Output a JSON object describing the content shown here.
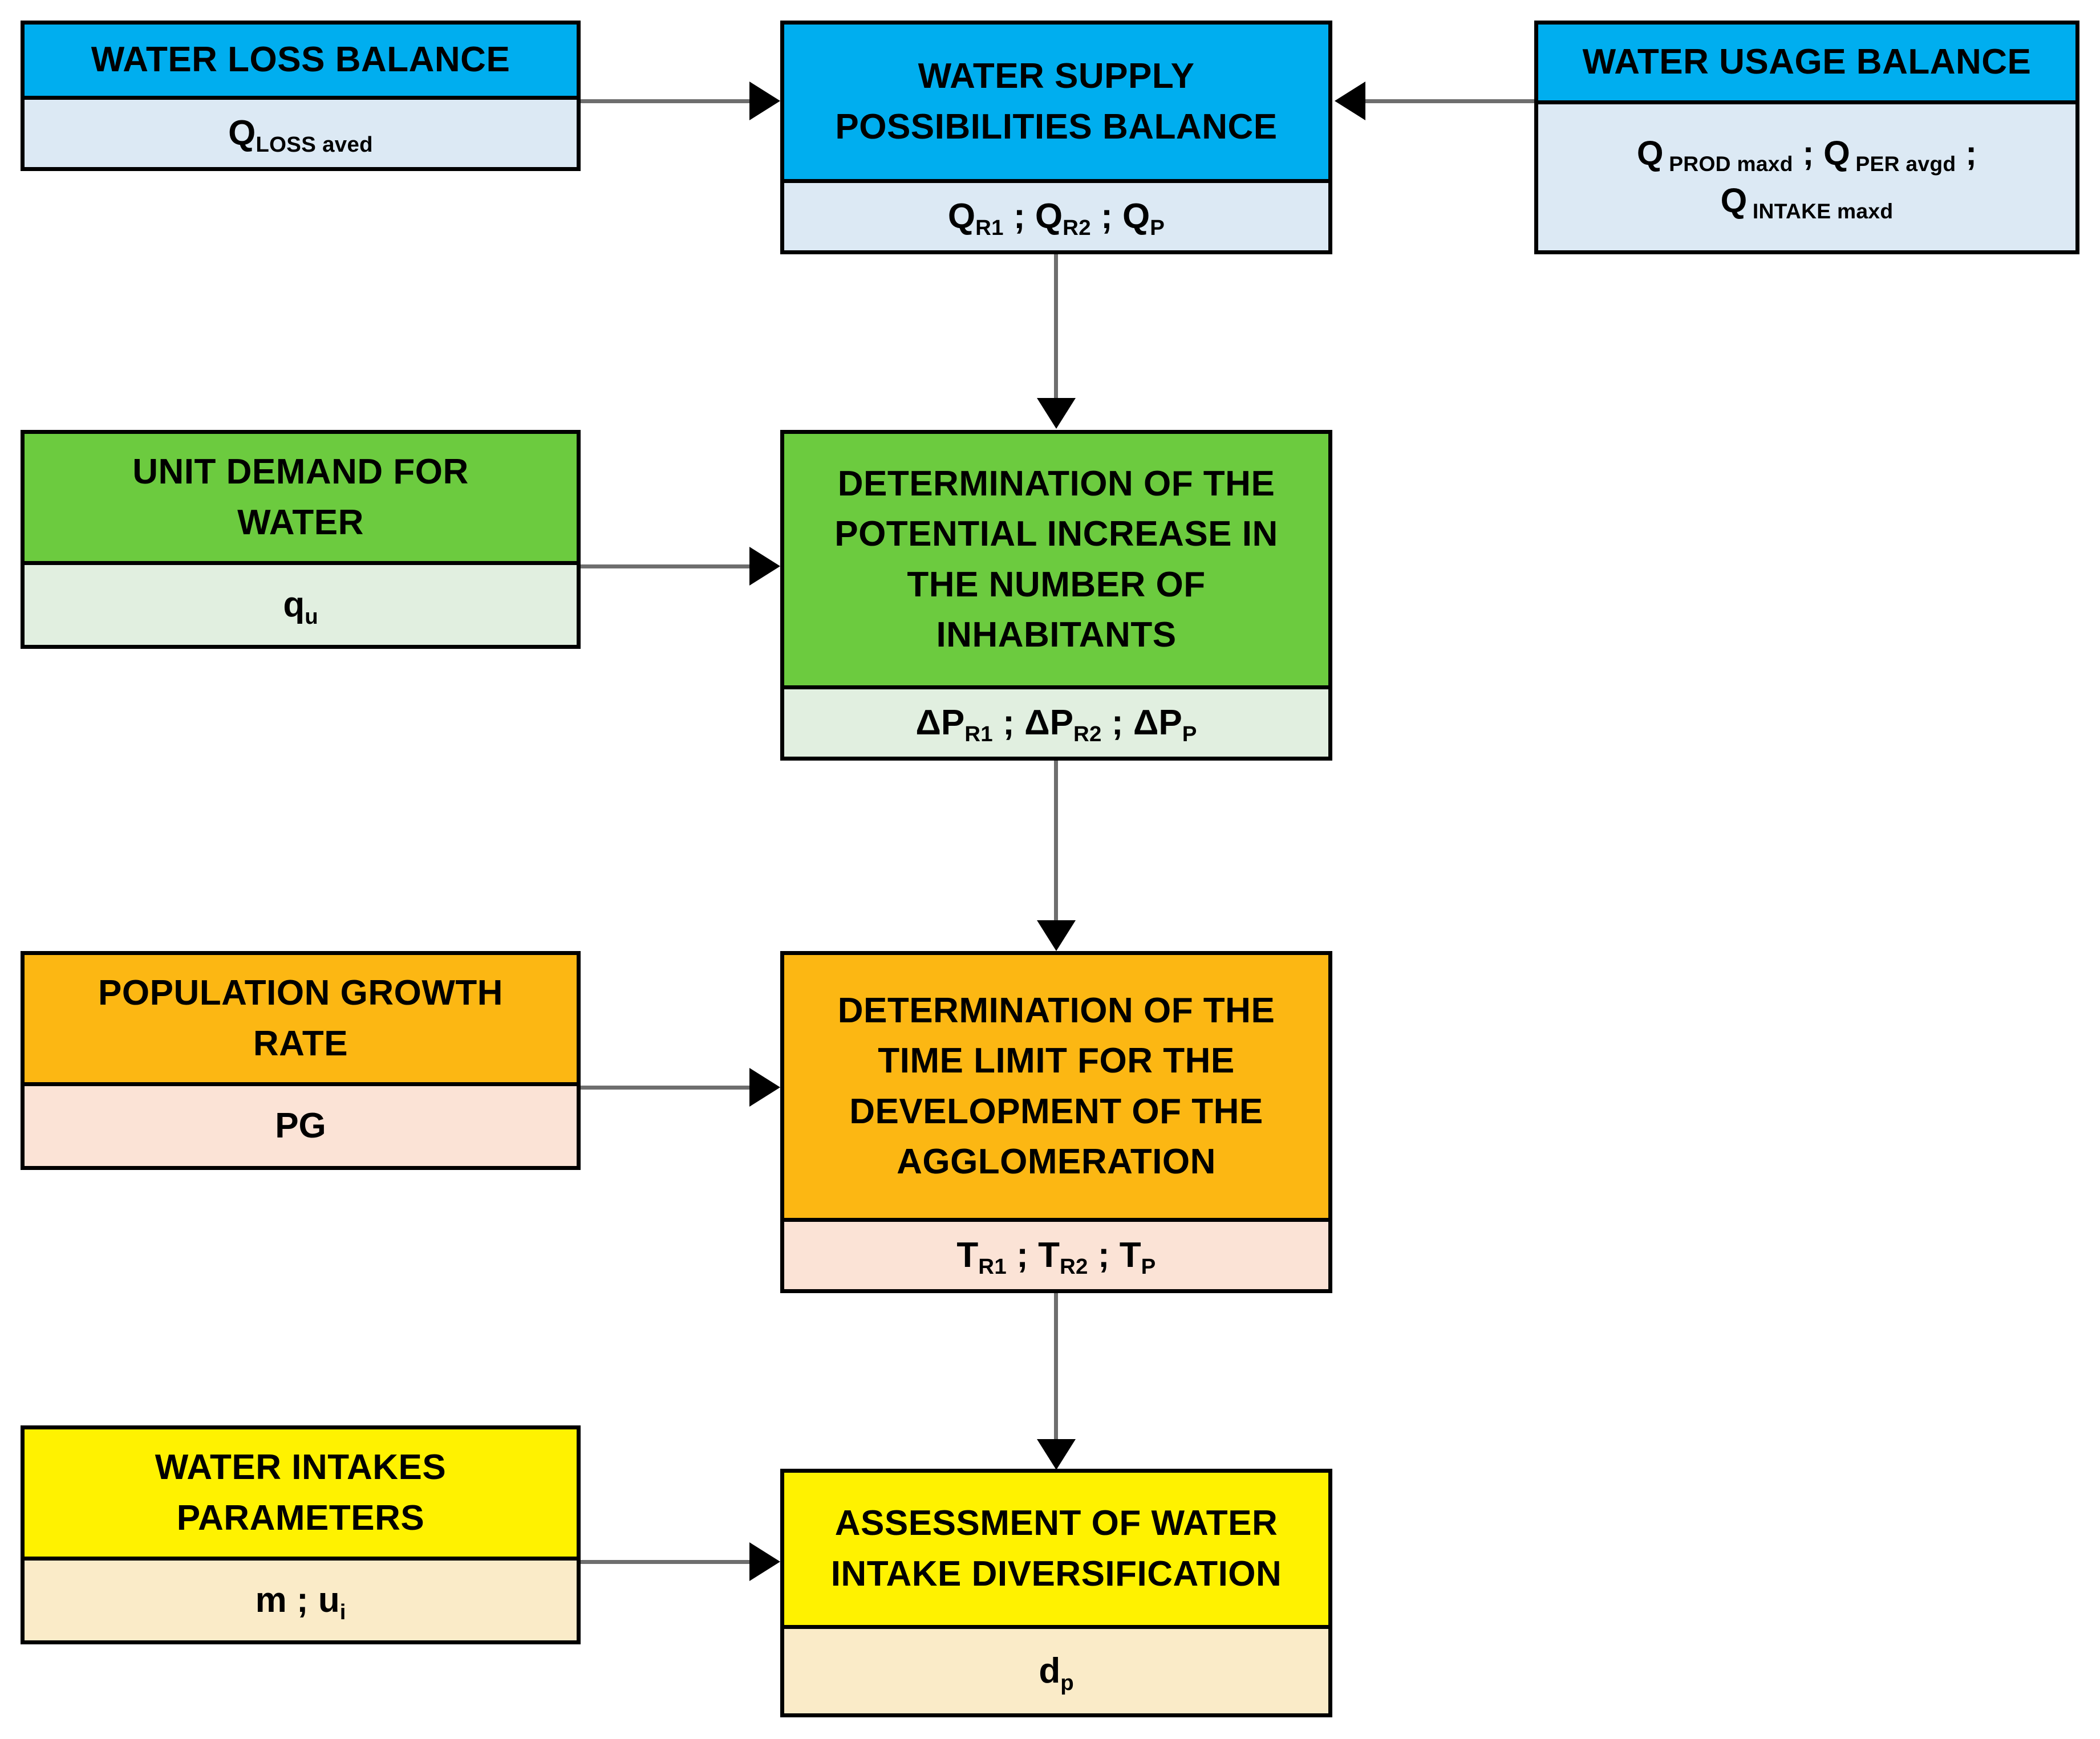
{
  "diagram": {
    "title": "Water supply possibilities and agglomeration development assessment flowchart",
    "colors": {
      "blue_header": "#00AEEF",
      "blue_body": "#DCE9F4",
      "green_header": "#6CCB3F",
      "green_body": "#E1EFE0",
      "orange_header": "#FCB713",
      "orange_body": "#FBE3D6",
      "yellow_header": "#FFF200",
      "yellow_body": "#FAEBC8",
      "border": "#000000",
      "connector": "#6E6E6E"
    },
    "nodes": {
      "water_loss_balance": {
        "title": "WATER LOSS BALANCE",
        "symbol_main": "Q",
        "symbol_sub": "LOSS aved"
      },
      "water_supply_possibilities_balance": {
        "title_line1": "WATER SUPPLY",
        "title_line2": "POSSIBILITIES BALANCE",
        "sym1_main": "Q",
        "sym1_sub": "R1",
        "sym2_main": "Q",
        "sym2_sub": "R2",
        "sym3_main": "Q",
        "sym3_sub": "P",
        "sep": " ; "
      },
      "water_usage_balance": {
        "title": "WATER USAGE BALANCE",
        "sym1_main": "Q",
        "sym1_sub": "PROD maxd",
        "sym2_main": "Q",
        "sym2_sub": "PER avgd",
        "sym3_main": "Q",
        "sym3_sub": "INTAKE maxd",
        "sep": " ; "
      },
      "unit_demand_for_water": {
        "title_line1": "UNIT DEMAND FOR",
        "title_line2": "WATER",
        "symbol_main": "q",
        "symbol_sub": "u"
      },
      "potential_increase_inhabitants": {
        "title_line1": "DETERMINATION OF THE",
        "title_line2": "POTENTIAL INCREASE IN",
        "title_line3": "THE NUMBER OF",
        "title_line4": "INHABITANTS",
        "sym1_main": "ΔP",
        "sym1_sub": "R1",
        "sym2_main": "ΔP",
        "sym2_sub": "R2",
        "sym3_main": "ΔP",
        "sym3_sub": "P",
        "sep": " ; "
      },
      "population_growth_rate": {
        "title_line1": "POPULATION GROWTH",
        "title_line2": "RATE",
        "symbol_main": "PG",
        "symbol_sub": ""
      },
      "time_limit_development": {
        "title_line1": "DETERMINATION OF THE",
        "title_line2": "TIME LIMIT FOR THE",
        "title_line3": "DEVELOPMENT OF THE",
        "title_line4": "AGGLOMERATION",
        "sym1_main": "T",
        "sym1_sub": "R1",
        "sym2_main": "T",
        "sym2_sub": "R2",
        "sym3_main": "T",
        "sym3_sub": "P",
        "sep": " ; "
      },
      "water_intakes_parameters": {
        "title_line1": "WATER INTAKES",
        "title_line2": "PARAMETERS",
        "sym1_main": "m",
        "sym2_main": "u",
        "sym2_sub": "i",
        "sep": " ; "
      },
      "water_intake_diversification": {
        "title_line1": "ASSESSMENT OF WATER",
        "title_line2": "INTAKE DIVERSIFICATION",
        "symbol_main": "d",
        "symbol_sub": "p"
      }
    },
    "connectors": [
      {
        "name": "loss-to-supply",
        "type": "arrow-right"
      },
      {
        "name": "usage-to-supply",
        "type": "arrow-left"
      },
      {
        "name": "supply-to-inhabitants",
        "type": "arrow-down"
      },
      {
        "name": "unit-demand-to-inhabitants",
        "type": "arrow-right"
      },
      {
        "name": "inhabitants-to-time-limit",
        "type": "arrow-down"
      },
      {
        "name": "growth-rate-to-time-limit",
        "type": "arrow-right"
      },
      {
        "name": "time-limit-to-diversification",
        "type": "arrow-down"
      },
      {
        "name": "intakes-params-to-diversification",
        "type": "arrow-right"
      }
    ]
  }
}
